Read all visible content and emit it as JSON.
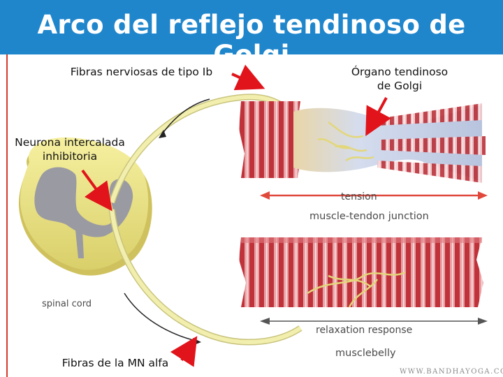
{
  "title": "Arco del reflejo tendinoso de Golgi",
  "labels": {
    "ib_fibers": "Fibras nerviosas de tipo Ib",
    "interneuron_line1": "Neurona intercalada",
    "interneuron_line2": "inhibitoria",
    "golgi_line1": "Órgano tendinoso",
    "golgi_line2": "de Golgi",
    "mn_fibers": "Fibras de la MN alfa"
  },
  "photo_labels": {
    "spinal_cord": "spinal cord",
    "tension": "tension",
    "junction": "muscle-tendon junction",
    "relaxation": "relaxation response",
    "belly": "musclebelly",
    "watermark": "WWW.BANDHAYOGA.COM"
  },
  "colors": {
    "title_bar": "#1f86cc",
    "annotation_arrow": "#e0141a",
    "nerve": "#f2efae",
    "grey_matter": "#9a9aa2",
    "white_matter": "#f3ec8c",
    "muscle_red": "#c23a40",
    "tendon": "#c9d2e6",
    "tension_arrow": "#e0483c"
  }
}
